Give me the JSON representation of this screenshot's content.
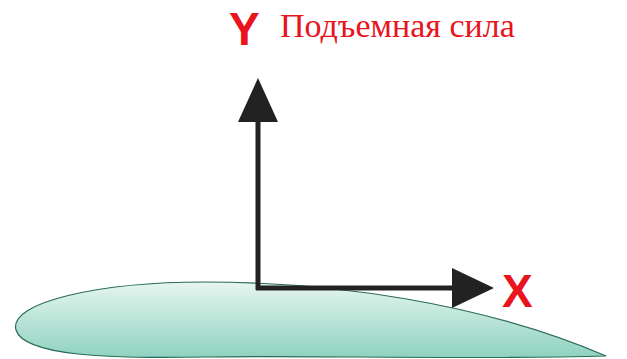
{
  "diagram": {
    "labels": [
      "Y",
      "Подъемная сила",
      "X"
    ]
  }
}
